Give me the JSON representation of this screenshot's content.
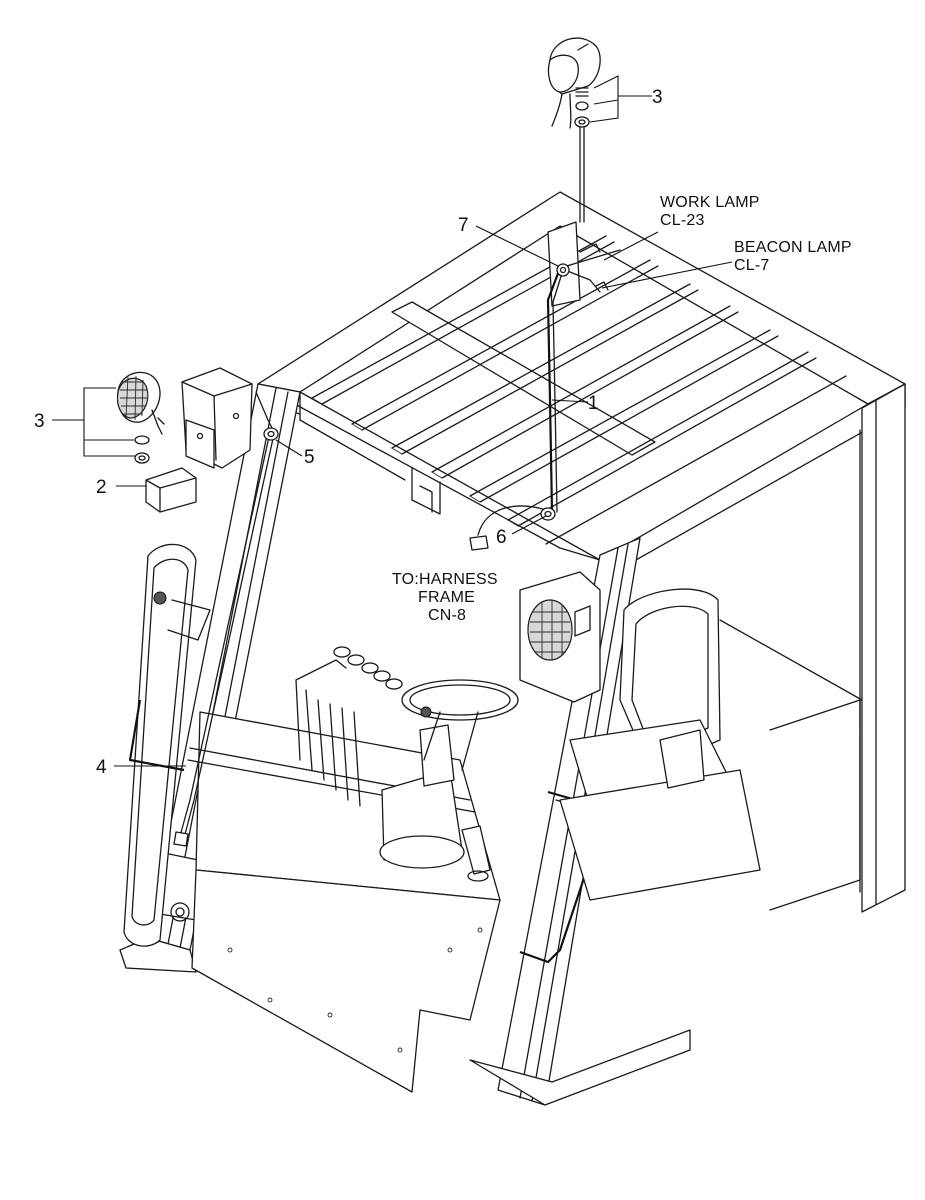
{
  "callouts": [
    {
      "id": "1",
      "label": "1"
    },
    {
      "id": "2",
      "label": "2"
    },
    {
      "id": "3a",
      "label": "3"
    },
    {
      "id": "3b",
      "label": "3"
    },
    {
      "id": "4",
      "label": "4"
    },
    {
      "id": "5",
      "label": "5"
    },
    {
      "id": "6",
      "label": "6"
    },
    {
      "id": "7",
      "label": "7"
    }
  ],
  "notes": {
    "work_lamp": [
      "WORK LAMP",
      "CL-23"
    ],
    "beacon_lamp": [
      "BEACON LAMP",
      "CL-7"
    ],
    "harness": [
      "TO:HARNESS",
      "FRAME",
      "CN-8"
    ]
  }
}
